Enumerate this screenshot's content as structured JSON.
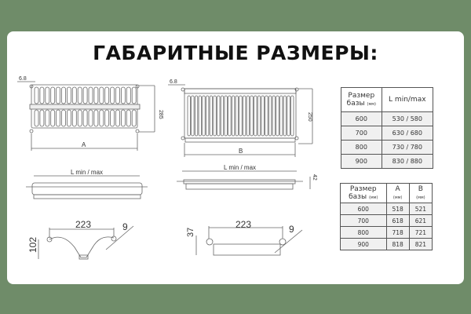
{
  "title": "ГАБАРИТНЫЕ РАЗМЕРЫ:",
  "drawings": {
    "left": {
      "offset": "6.8",
      "height": "285",
      "width": "A",
      "length": "L min / max",
      "profile_width": "223",
      "profile_height": "102",
      "diameter": "9"
    },
    "right": {
      "offset": "6.8",
      "height": "250",
      "width": "B",
      "length": "L min / max",
      "side_height": "42",
      "profile_width": "223",
      "profile_height": "37",
      "diameter": "9"
    }
  },
  "table_length": {
    "headers": [
      "Размер",
      "базы",
      "(мм)",
      "L min/max"
    ],
    "rows": [
      [
        "600",
        "530 / 580"
      ],
      [
        "700",
        "630 / 680"
      ],
      [
        "800",
        "730 / 780"
      ],
      [
        "900",
        "830 / 880"
      ]
    ]
  },
  "table_ab": {
    "headers": [
      "Размер",
      "базы",
      "(мм)",
      "A",
      "(мм)",
      "B",
      "(мм)"
    ],
    "rows": [
      [
        "600",
        "518",
        "521"
      ],
      [
        "700",
        "618",
        "621"
      ],
      [
        "800",
        "718",
        "721"
      ],
      [
        "900",
        "818",
        "821"
      ]
    ]
  }
}
